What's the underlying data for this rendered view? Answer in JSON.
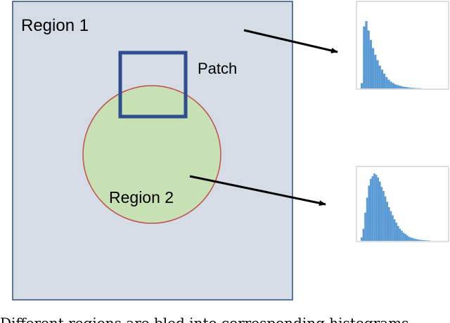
{
  "diagram": {
    "labels": {
      "region1": "Region 1",
      "region2": "Region 2",
      "patch": "Patch"
    },
    "colors": {
      "region1_fill": "#d6dce5",
      "region1_border": "#2f4f7f",
      "region2_fill": "#c7e0b4",
      "region2_border": "#c0504d",
      "patch_border": "#2e4d8f",
      "histogram_bars": "#5b9bd5",
      "histogram_frame": "#bfbfbf",
      "arrow": "#000000"
    },
    "histograms": [
      {
        "id": "region1-histogram",
        "bins": [
          0.08,
          0.92,
          1.0,
          0.86,
          0.72,
          0.6,
          0.5,
          0.42,
          0.34,
          0.28,
          0.22,
          0.17,
          0.13,
          0.1,
          0.08,
          0.06,
          0.05,
          0.04,
          0.03,
          0.025,
          0.02,
          0.015,
          0.01,
          0.01,
          0.005,
          0.005,
          0.005
        ]
      },
      {
        "id": "region2-histogram",
        "bins": [
          0.05,
          0.18,
          0.42,
          0.64,
          0.82,
          0.92,
          0.96,
          1.0,
          0.98,
          0.94,
          0.88,
          0.8,
          0.74,
          0.66,
          0.58,
          0.5,
          0.44,
          0.38,
          0.32,
          0.27,
          0.22,
          0.18,
          0.15,
          0.12,
          0.1,
          0.08,
          0.06,
          0.05,
          0.04,
          0.03,
          0.025,
          0.02,
          0.015,
          0.012,
          0.01,
          0.008,
          0.006,
          0.005
        ]
      }
    ]
  },
  "caption": "Different regions are bled into corresponding histograms"
}
